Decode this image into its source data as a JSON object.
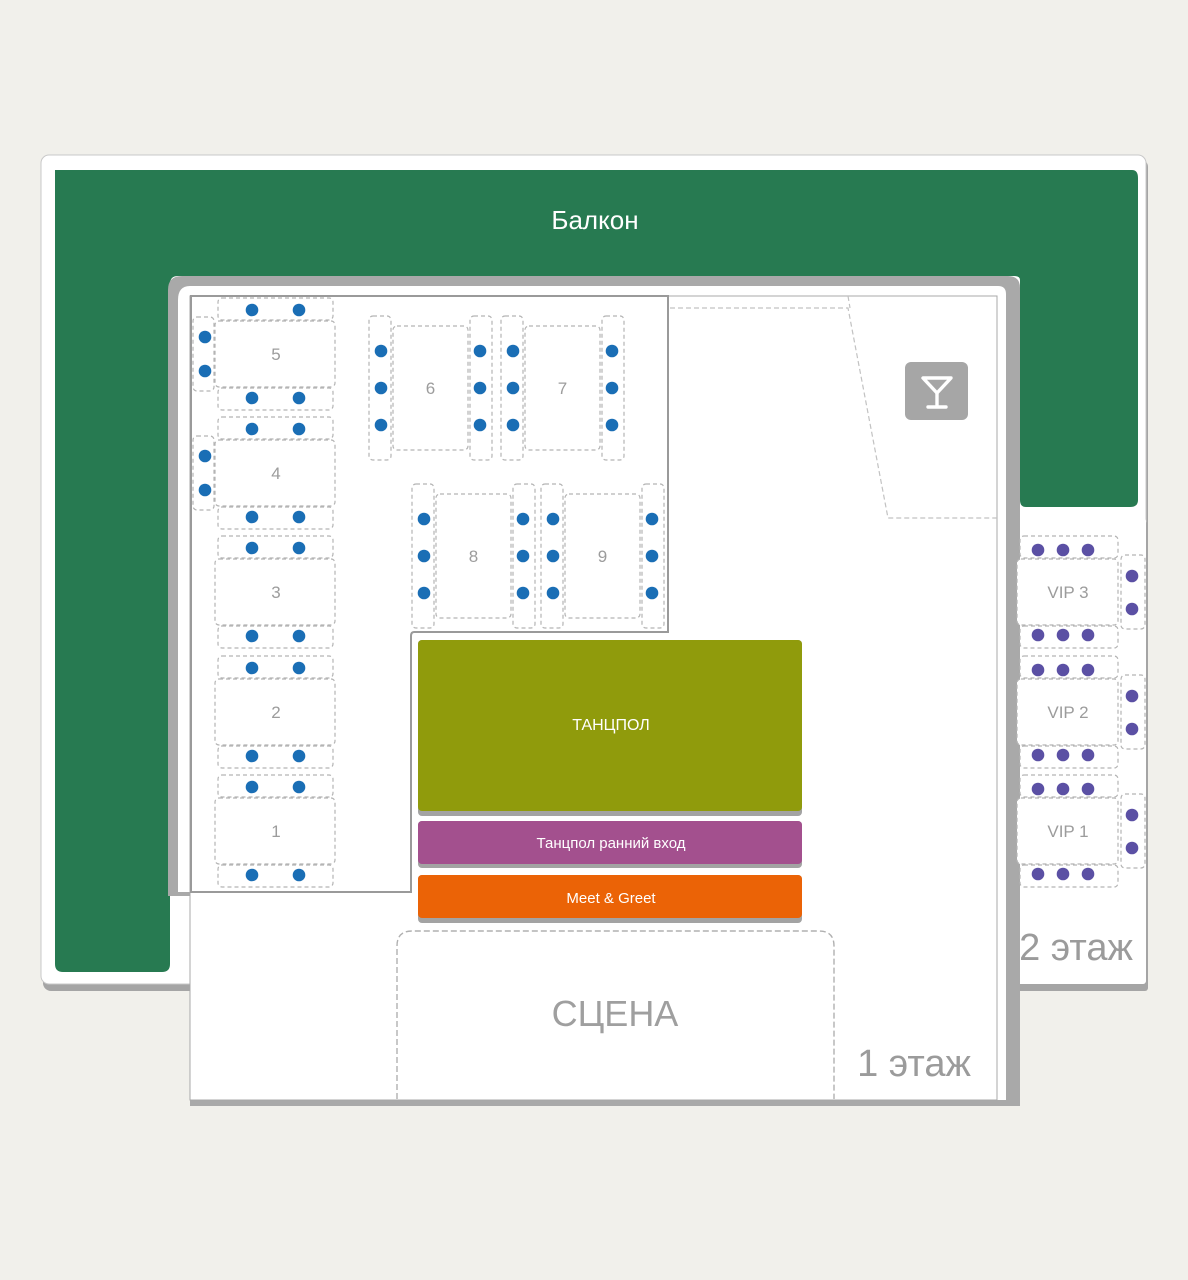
{
  "zones": {
    "balcony": {
      "label": "Балкон",
      "color": "#277a51"
    },
    "dancefloor": {
      "label": "ТАНЦПОЛ",
      "color": "#909b0c"
    },
    "early_entry": {
      "label": "Танцпол ранний вход",
      "color": "#a3508e"
    },
    "meet_greet": {
      "label": "Meet & Greet",
      "color": "#eb6306"
    },
    "stage": {
      "label": "СЦЕНА"
    }
  },
  "floors": {
    "first": "1 этаж",
    "second": "2 этаж"
  },
  "bar": {
    "icon": "cocktail-icon"
  },
  "tables": {
    "t1": "1",
    "t2": "2",
    "t3": "3",
    "t4": "4",
    "t5": "5",
    "t6": "6",
    "t7": "7",
    "t8": "8",
    "t9": "9",
    "vip1": "VIP 1",
    "vip2": "VIP 2",
    "vip3": "VIP 3"
  },
  "colors": {
    "seat_floor1": "#1a6eb5",
    "seat_vip": "#5b50a4",
    "background": "#f1f0eb",
    "wall": "#a7a7a7"
  }
}
